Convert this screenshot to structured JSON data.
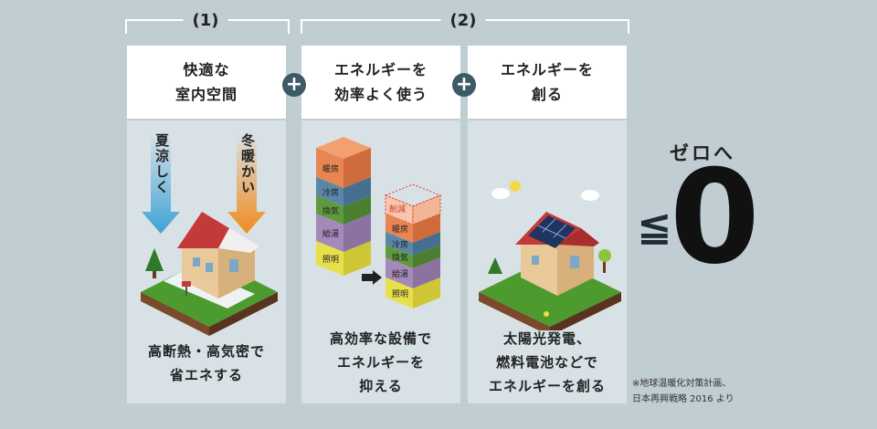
{
  "groups": [
    {
      "label": "(1)"
    },
    {
      "label": "(2)"
    }
  ],
  "panels": [
    {
      "heading": "快適な\n室内空間",
      "caption": "高断熱・高気密で\n省エネする",
      "arrows": [
        "夏涼しく",
        "冬暖かい"
      ]
    },
    {
      "heading": "エネルギーを\n効率よく使う",
      "caption": "高効率な設備で\nエネルギーを\n抑える",
      "stack_left": [
        "暖房",
        "冷房",
        "換気",
        "給湯",
        "照明"
      ],
      "stack_right": [
        "暖房",
        "冷房",
        "換気",
        "給湯",
        "照明"
      ],
      "stack_right_removed": "削減"
    },
    {
      "heading": "エネルギーを\n創る",
      "caption": "太陽光発電、\n燃料電池などで\nエネルギーを創る"
    }
  ],
  "plus_symbol": "+",
  "result": {
    "label": "ゼロへ",
    "operator": "≦",
    "value": "0"
  },
  "note": "※地球温暖化対策計画、\n日本再興戦略 2016 より",
  "colors": {
    "background": "#c0cdd3",
    "panel_head": "#ffffff",
    "panel_body": "#d8e2e6",
    "plus": "#3d5a66",
    "heating": "#e88552",
    "cooling": "#5a86a8",
    "ventilation": "#5f9a3f",
    "hot_water": "#a48ab8",
    "lighting": "#e8e04a",
    "summer_arrow": "#5ab0d8",
    "winter_arrow": "#f0a23a"
  }
}
